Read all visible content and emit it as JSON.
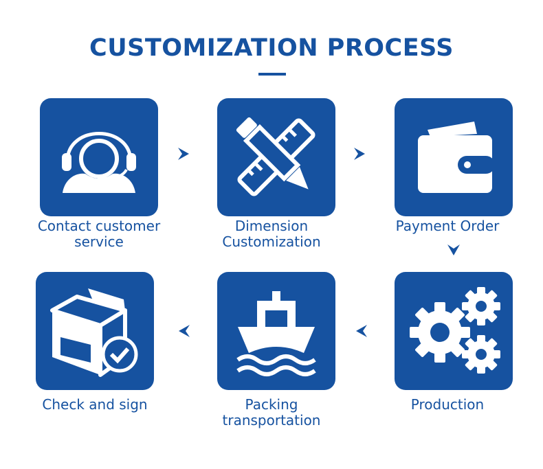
{
  "title": "CUSTOMIZATION PROCESS",
  "accent_color": "#1652a0",
  "steps": [
    {
      "label_line1": "Contact customer",
      "label_line2": "service",
      "icon": "headset-user-icon"
    },
    {
      "label_line1": "Dimension",
      "label_line2": "Customization",
      "icon": "pencil-ruler-icon"
    },
    {
      "label_line1": "Payment Order",
      "label_line2": "",
      "icon": "wallet-icon"
    },
    {
      "label_line1": "Production",
      "label_line2": "",
      "icon": "gears-icon"
    },
    {
      "label_line1": "Packing",
      "label_line2": "transportation",
      "icon": "ship-icon"
    },
    {
      "label_line1": "Check and sign",
      "label_line2": "",
      "icon": "box-check-icon"
    }
  ]
}
